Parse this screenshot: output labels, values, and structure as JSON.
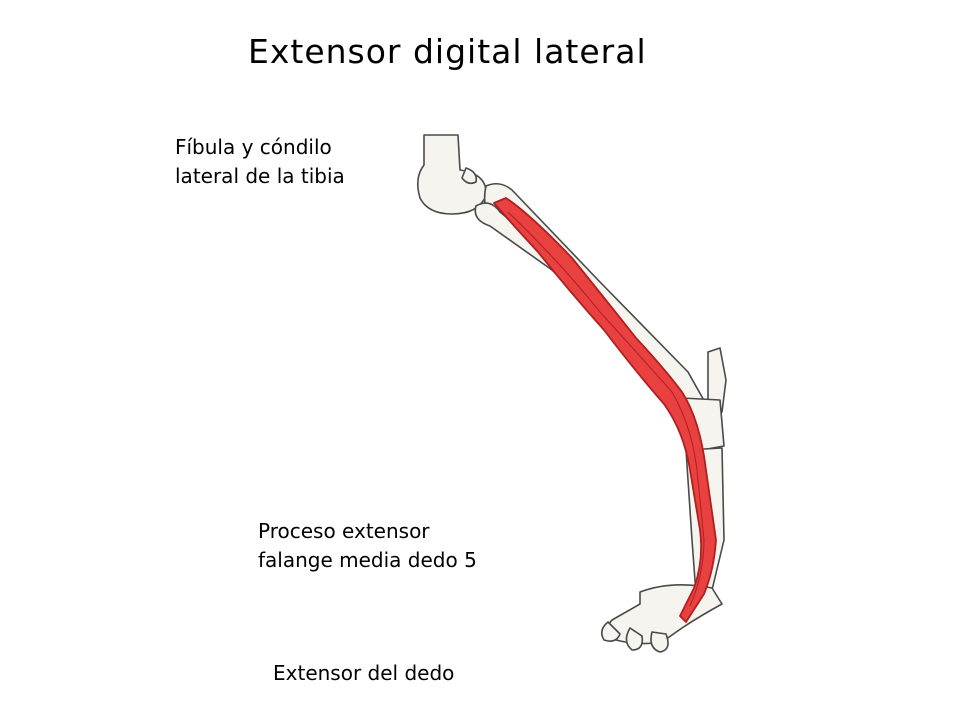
{
  "title": "Extensor digital lateral",
  "labels": {
    "origin": [
      "Fíbula y cóndilo",
      "lateral de la tibia"
    ],
    "insertion": [
      "Proceso extensor",
      "falange media dedo 5"
    ]
  },
  "caption": "Extensor del dedo",
  "colors": {
    "bone_fill": "#f6f4ee",
    "bone_stroke": "#4a4a4a",
    "muscle_fill": "#e8413f",
    "muscle_stroke": "#b01f22"
  }
}
